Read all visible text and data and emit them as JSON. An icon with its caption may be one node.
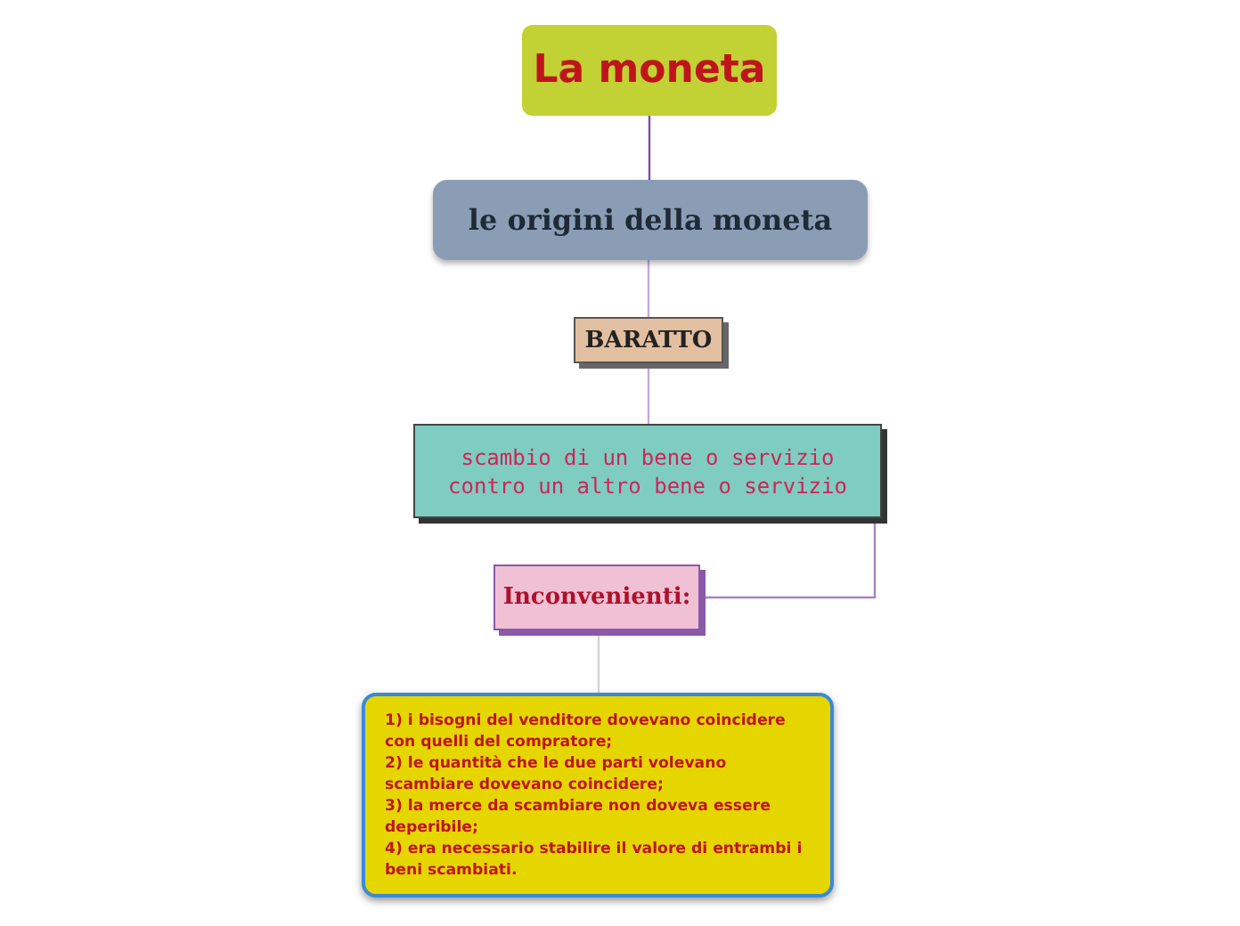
{
  "diagram": {
    "nodes": [
      {
        "text": [
          "La moneta"
        ]
      },
      {
        "text": [
          "le origini della moneta"
        ]
      },
      {
        "text": [
          "BARATTO"
        ]
      },
      {
        "text": [
          "scambio di un bene o servizio contro un altro bene o servizio"
        ]
      },
      {
        "text": [
          "Inconvenienti:"
        ]
      },
      {
        "text": [
          "1) i bisogni del venditore dovevano coincidere con quelli del compratore;",
          "2) le quantità che le due parti volevano scambiare dovevano coincidere;",
          "3) la merce da scambiare non doveva essere deperibile;",
          "4) era necessario stabilire il valore di entrambi i beni scambiati."
        ]
      }
    ],
    "edges": [
      {
        "from": 0,
        "to": 1,
        "arrow": "none",
        "color": "#7a4fa8"
      },
      {
        "from": 1,
        "to": 2,
        "arrow": "none"
      },
      {
        "from": 2,
        "to": 3,
        "arrow": "none"
      },
      {
        "from": 3,
        "to": 4,
        "arrow": "none",
        "color": "#a784c4"
      },
      {
        "from": 4,
        "to": 5,
        "arrow": "none",
        "color": "#d4d4d4"
      }
    ]
  }
}
